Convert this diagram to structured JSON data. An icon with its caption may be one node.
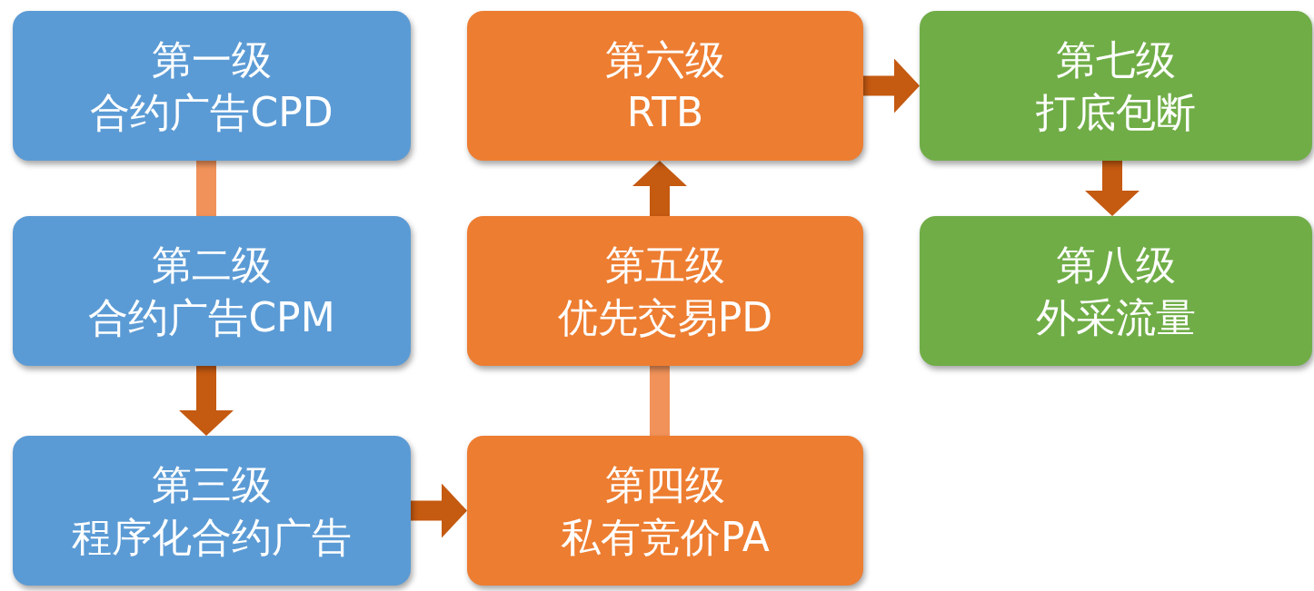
{
  "diagram": {
    "nodes": [
      {
        "text": [
          "第一级",
          "合约广告CPD"
        ]
      },
      {
        "text": [
          "第二级",
          "合约广告CPM"
        ]
      },
      {
        "text": [
          "第三级",
          "程序化合约广告"
        ]
      },
      {
        "text": [
          "第四级",
          "私有竞价PA"
        ]
      },
      {
        "text": [
          "第五级",
          "优先交易PD"
        ]
      },
      {
        "text": [
          "第六级",
          "RTB"
        ]
      },
      {
        "text": [
          "第七级",
          "打底包断"
        ]
      },
      {
        "text": [
          "第八级",
          "外采流量"
        ]
      }
    ],
    "edges": [
      {
        "from": 0,
        "to": 1,
        "arrow": "none",
        "color": "#f0925a"
      },
      {
        "from": 1,
        "to": 2,
        "arrow": "to"
      },
      {
        "from": 2,
        "to": 3,
        "arrow": "to"
      },
      {
        "from": 3,
        "to": 4,
        "arrow": "none",
        "color": "#f0925a"
      },
      {
        "from": 4,
        "to": 5,
        "arrow": "to"
      },
      {
        "from": 5,
        "to": 6,
        "arrow": "to"
      },
      {
        "from": 6,
        "to": 7,
        "arrow": "to"
      }
    ]
  }
}
